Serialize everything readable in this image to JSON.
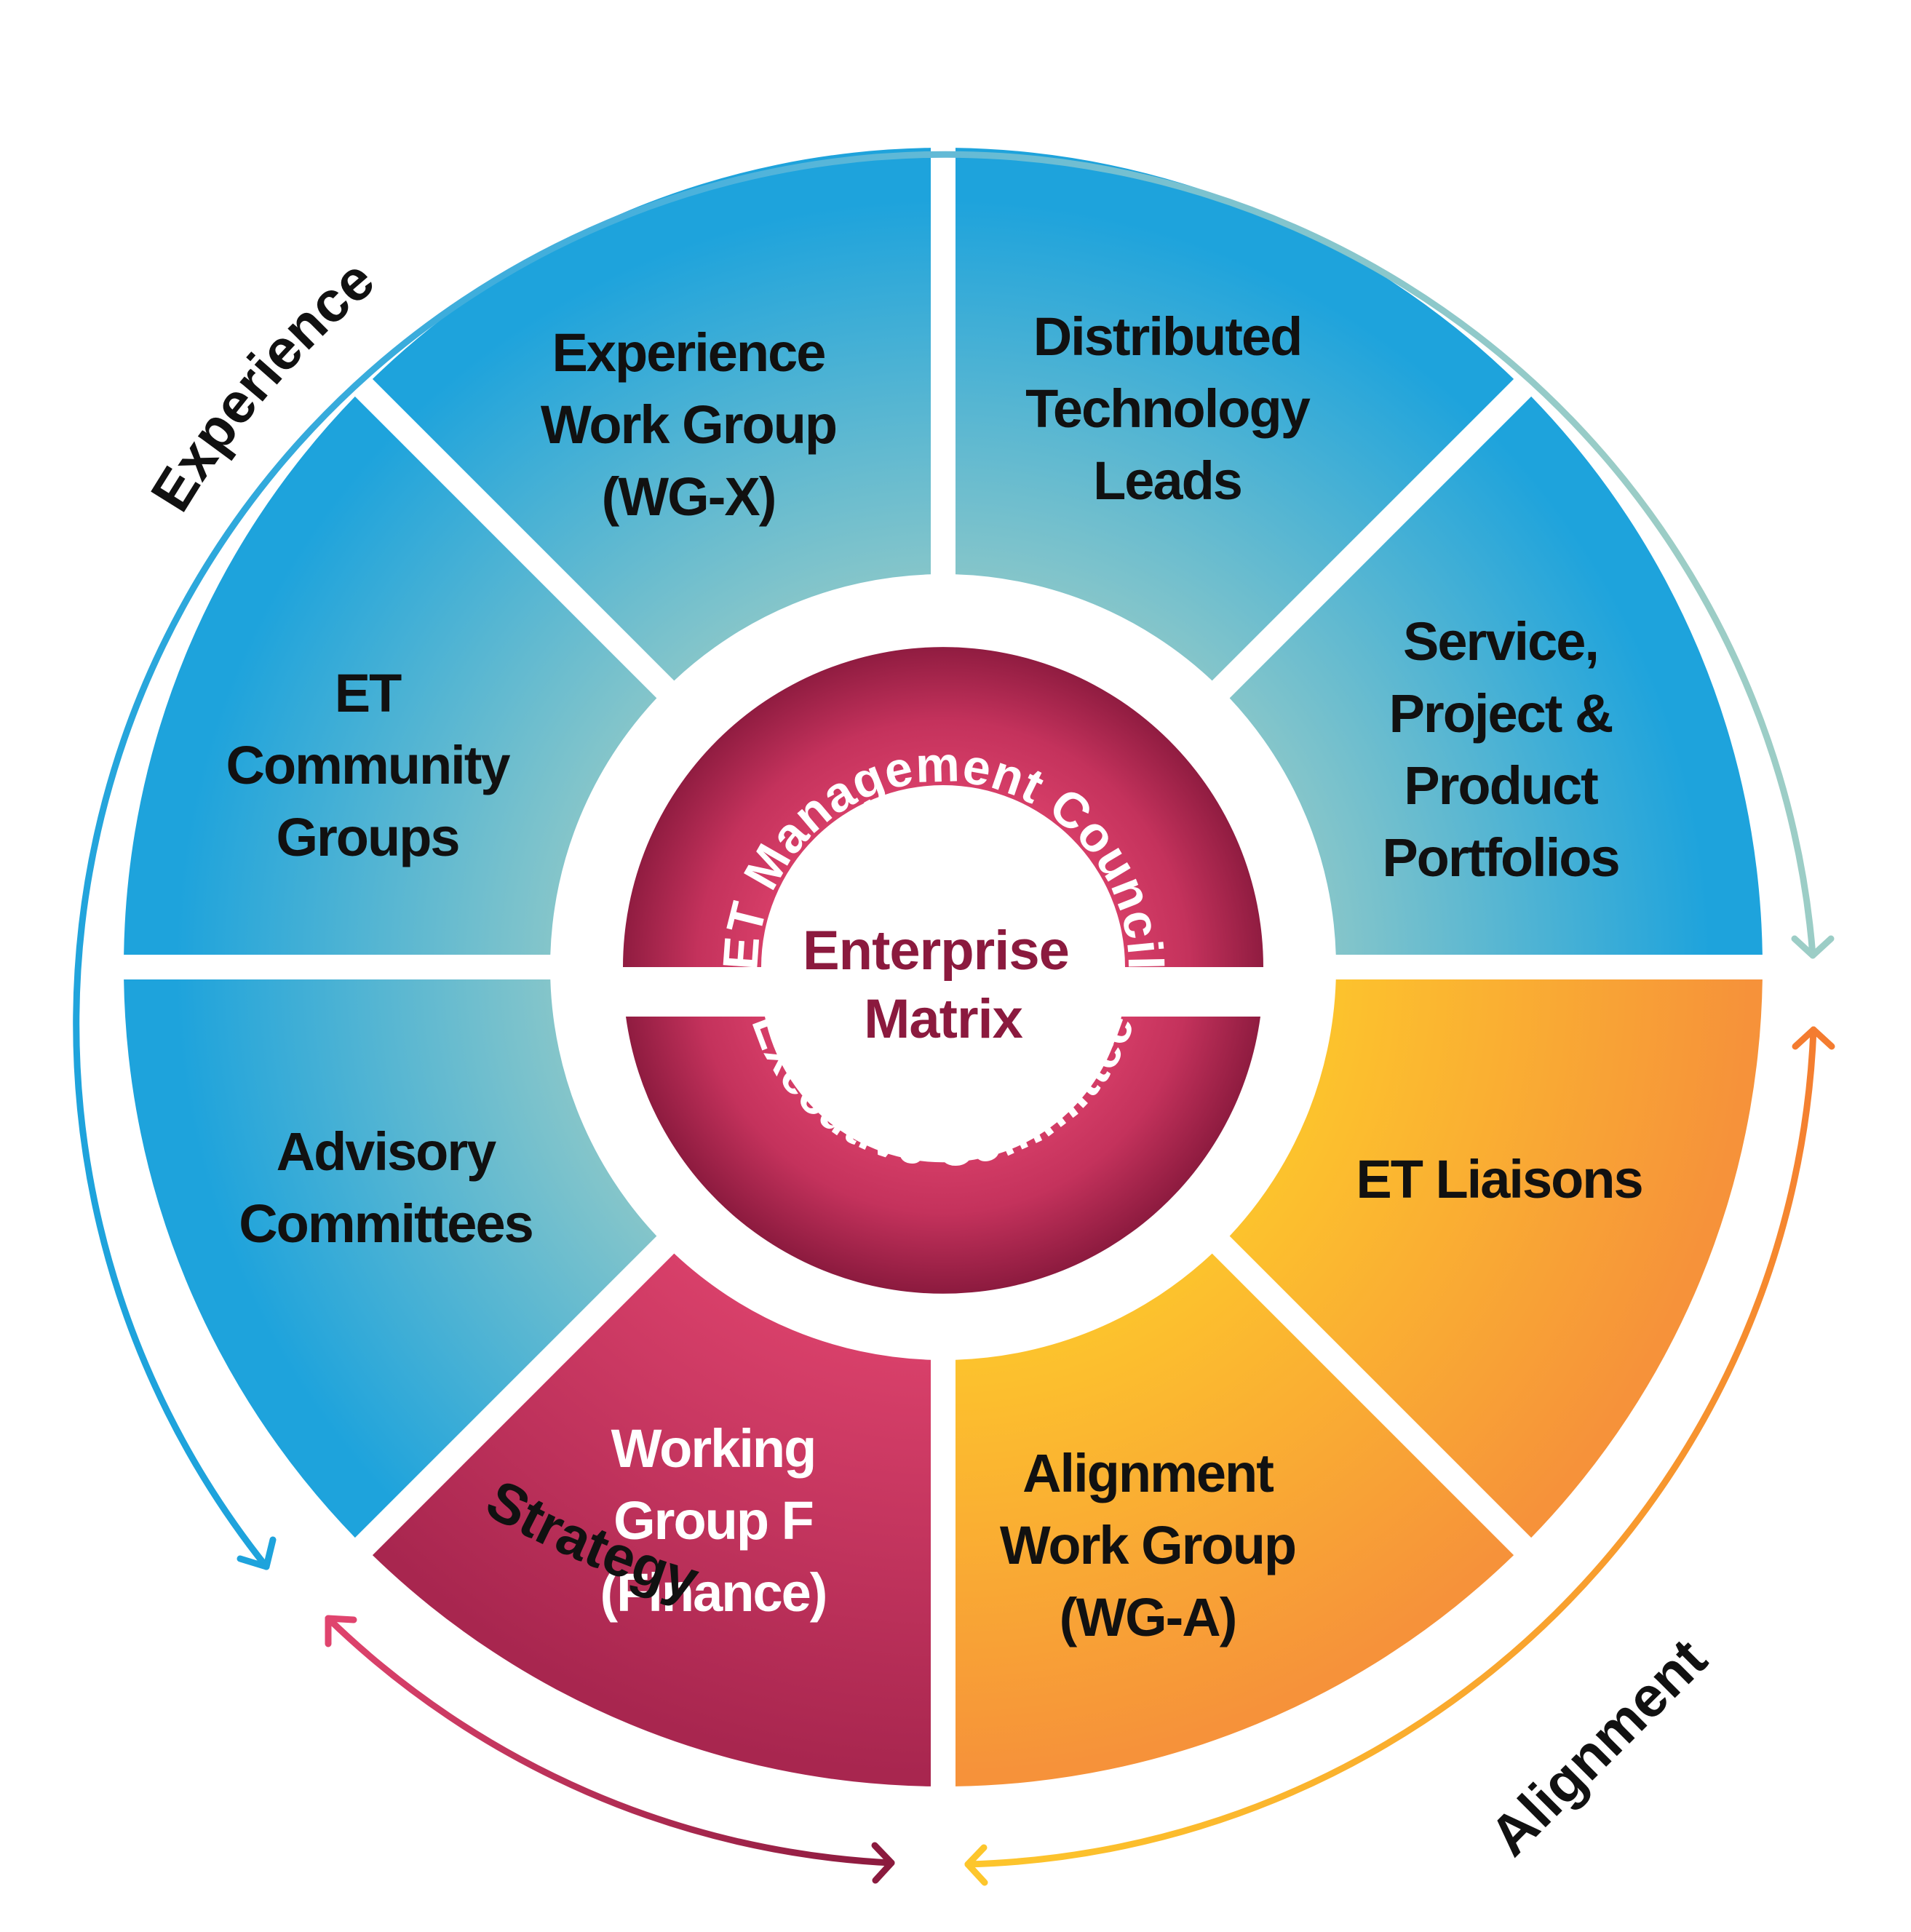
{
  "segments": [
    {
      "id": "experience-work-group",
      "lines": [
        "Experience",
        "Work Group",
        "(WG-X)"
      ],
      "text_color": "#111111",
      "fill": "blue"
    },
    {
      "id": "distributed-technology-leads",
      "lines": [
        "Distributed",
        "Technology",
        "Leads"
      ],
      "text_color": "#111111",
      "fill": "blue"
    },
    {
      "id": "service-project-product-portfolios",
      "lines": [
        "Service,",
        "Project &",
        "Product",
        "Portfolios"
      ],
      "text_color": "#111111",
      "fill": "blue"
    },
    {
      "id": "et-liaisons",
      "lines": [
        "ET Liaisons"
      ],
      "text_color": "#111111",
      "fill": "orange"
    },
    {
      "id": "alignment-work-group",
      "lines": [
        "Alignment",
        "Work Group",
        "(WG-A)"
      ],
      "text_color": "#111111",
      "fill": "orange"
    },
    {
      "id": "working-group-f",
      "lines": [
        "Working",
        "Group F",
        "(Finance)"
      ],
      "text_color": "#ffffff",
      "fill": "crimson"
    },
    {
      "id": "advisory-committees",
      "lines": [
        "Advisory",
        "Committees"
      ],
      "text_color": "#111111",
      "fill": "blue"
    },
    {
      "id": "et-community-groups",
      "lines": [
        "ET",
        "Community",
        "Groups"
      ],
      "text_color": "#111111",
      "fill": "blue"
    }
  ],
  "center": {
    "title_lines": [
      "Enterprise",
      "Matrix"
    ],
    "top_ring": "ET Management Council",
    "bottom_ring": "Executive Committee"
  },
  "outer_arcs": {
    "experience": "Experience",
    "alignment": "Alignment",
    "strategy": "Strategy"
  },
  "colors": {
    "blue_edge": "#1ea3dc",
    "blue_inner": "#9ccdc6",
    "orange_edge": "#f6923a",
    "orange_inner": "#fdc62c",
    "crimson_edge": "#a8264f",
    "crimson_inner": "#e0446e",
    "ring_dark": "#8b1a3e",
    "ring_light": "#d63d66",
    "center_text": "#8b1a3e",
    "arc_experience_start": "#1ea3dc",
    "arc_experience_end": "#9ccdc6",
    "arc_alignment_start": "#fdc62c",
    "arc_alignment_end": "#f47c30",
    "arc_strategy_start": "#e0446e",
    "arc_strategy_end": "#8b1a3e"
  }
}
